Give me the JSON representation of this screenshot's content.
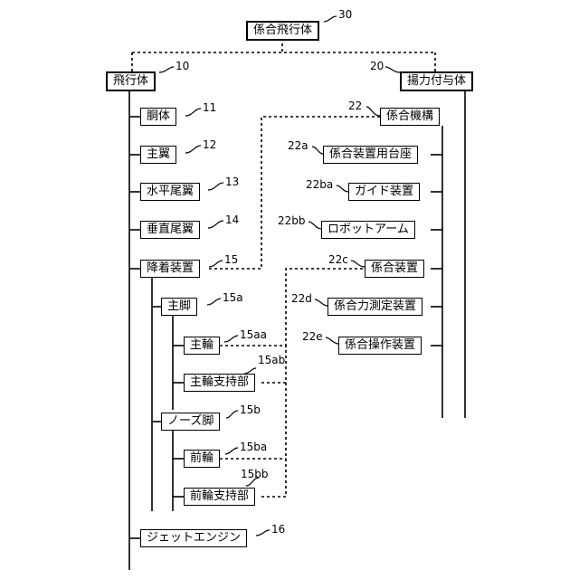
{
  "nodes": {
    "n30": "係合飛行体",
    "n10": "飛行体",
    "n20": "揚力付与体",
    "n11": "胴体",
    "n12": "主翼",
    "n13": "水平尾翼",
    "n14": "垂直尾翼",
    "n15": "降着装置",
    "n15a": "主脚",
    "n15aa": "主輪",
    "n15ab": "主輪支持部",
    "n15b": "ノーズ脚",
    "n15ba": "前輪",
    "n15bb": "前輪支持部",
    "n16": "ジェットエンジン",
    "n22": "係合機構",
    "n22a": "係合装置用台座",
    "n22ba": "ガイド装置",
    "n22bb": "ロボットアーム",
    "n22c": "係合装置",
    "n22d": "係合力測定装置",
    "n22e": "係合操作装置"
  },
  "refs": {
    "r30": "30",
    "r10": "10",
    "r20": "20",
    "r11": "11",
    "r12": "12",
    "r13": "13",
    "r14": "14",
    "r15": "15",
    "r15a": "15a",
    "r15aa": "15aa",
    "r15ab": "15ab",
    "r15b": "15b",
    "r15ba": "15ba",
    "r15bb": "15bb",
    "r16": "16",
    "r22": "22",
    "r22a": "22a",
    "r22ba": "22ba",
    "r22bb": "22bb",
    "r22c": "22c",
    "r22d": "22d",
    "r22e": "22e"
  }
}
